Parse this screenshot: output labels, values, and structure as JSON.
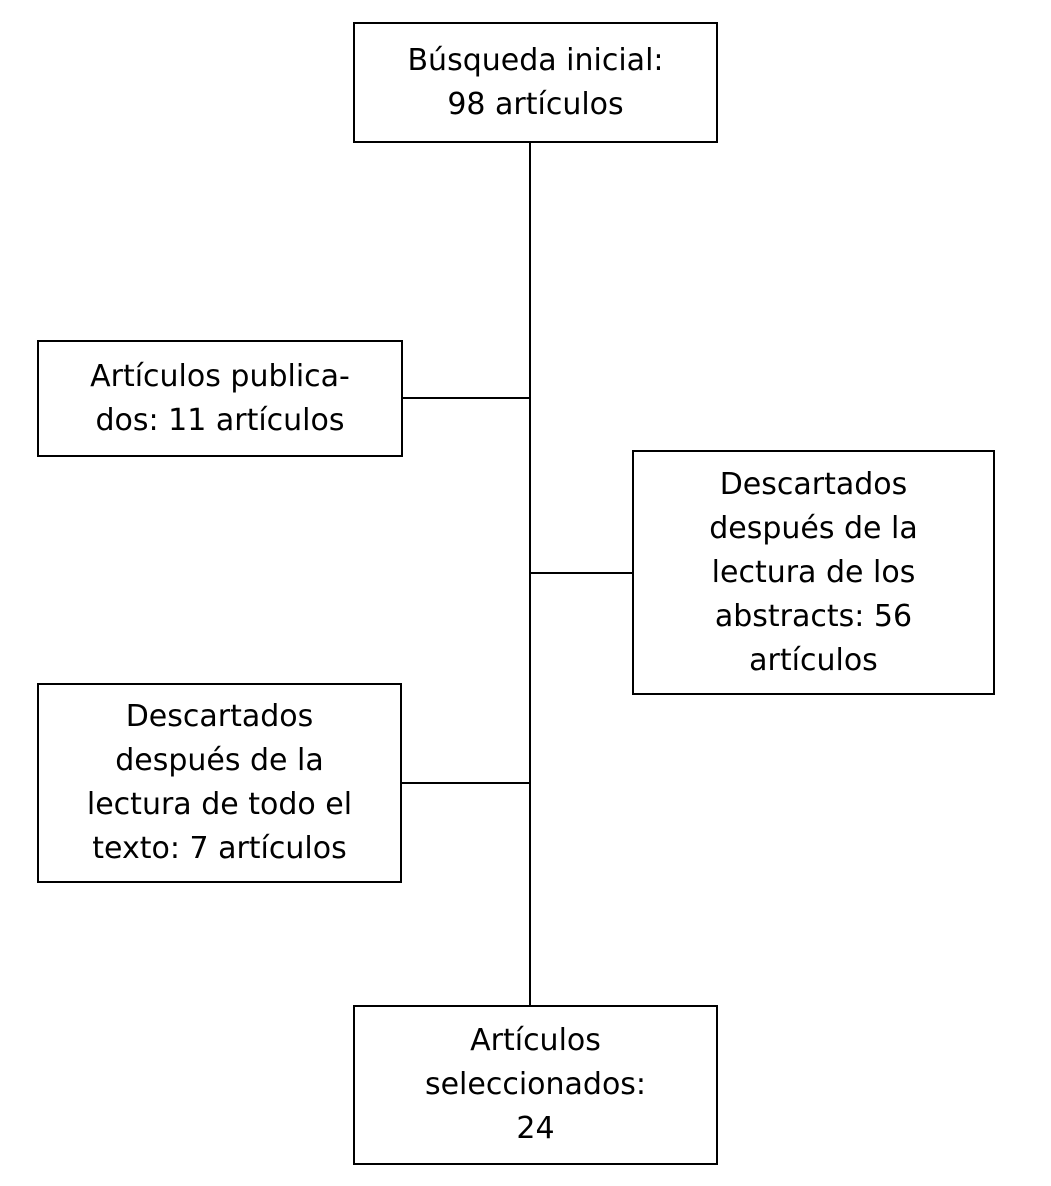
{
  "flowchart": {
    "background_color": "#ffffff",
    "line_color": "#000000",
    "text_color": "#000000",
    "nodes": [
      {
        "id": "busqueda-inicial",
        "text": "Búsqueda inicial:\n98 artículos",
        "count": 98
      },
      {
        "id": "articulos-publicados",
        "text": "Artículos publica-\ndos: 11 artículos",
        "count": 11
      },
      {
        "id": "descartados-abstracts",
        "text": "Descartados\ndespués de la\nlectura de los\nabstracts: 56\nartículos",
        "count": 56
      },
      {
        "id": "descartados-texto-completo",
        "text": "Descartados\ndespués de la\nlectura de todo el\ntexto: 7 artículos",
        "count": 7
      },
      {
        "id": "articulos-seleccionados",
        "text": "Artículos\nseleccionados:\n24",
        "count": 24
      }
    ]
  }
}
